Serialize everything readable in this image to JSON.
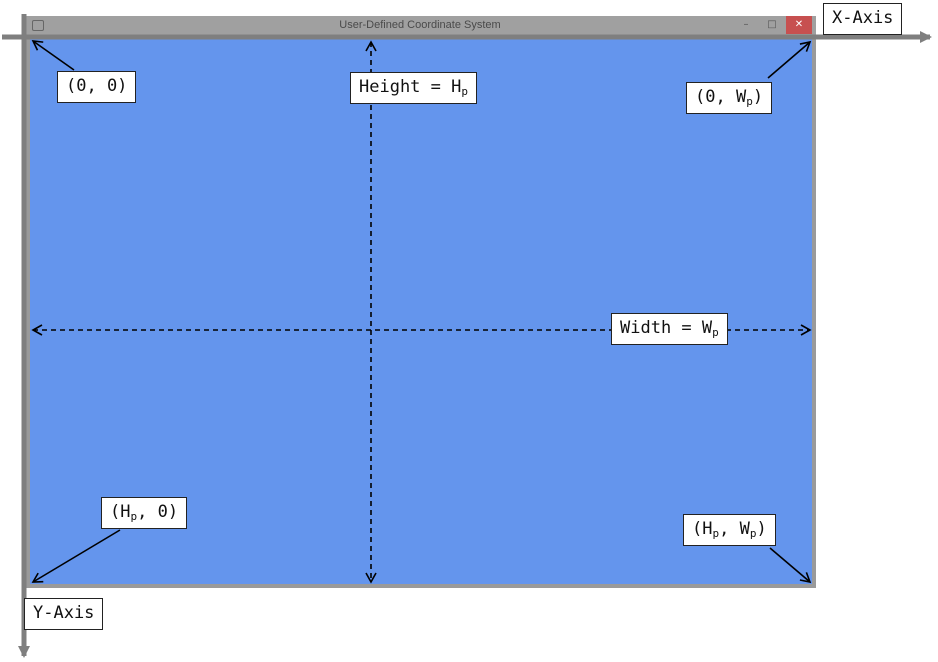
{
  "window": {
    "title": "User-Defined Coordinate System",
    "minimize_glyph": "–",
    "maximize_glyph": "□",
    "close_glyph": "✕"
  },
  "axes": {
    "x_label": "X-Axis",
    "y_label": "Y-Axis"
  },
  "labels": {
    "top_left": {
      "open": "(0, 0)"
    },
    "top_right": {
      "pre": "(0, W",
      "sub": "p",
      "post": ")"
    },
    "height": {
      "pre": "Height = H",
      "sub": "p"
    },
    "width": {
      "pre": "Width = W",
      "sub": "p"
    },
    "bottom_left": {
      "pre": "(H",
      "sub": "p",
      "post": ", 0)"
    },
    "bottom_right": {
      "pre": "(H",
      "sub": "p",
      "mid": ", W",
      "sub2": "p",
      "post": ")"
    }
  },
  "colors": {
    "client_area": "#6495ed",
    "window_frame": "#9a9a9a",
    "axis": "#7f7f7f"
  }
}
